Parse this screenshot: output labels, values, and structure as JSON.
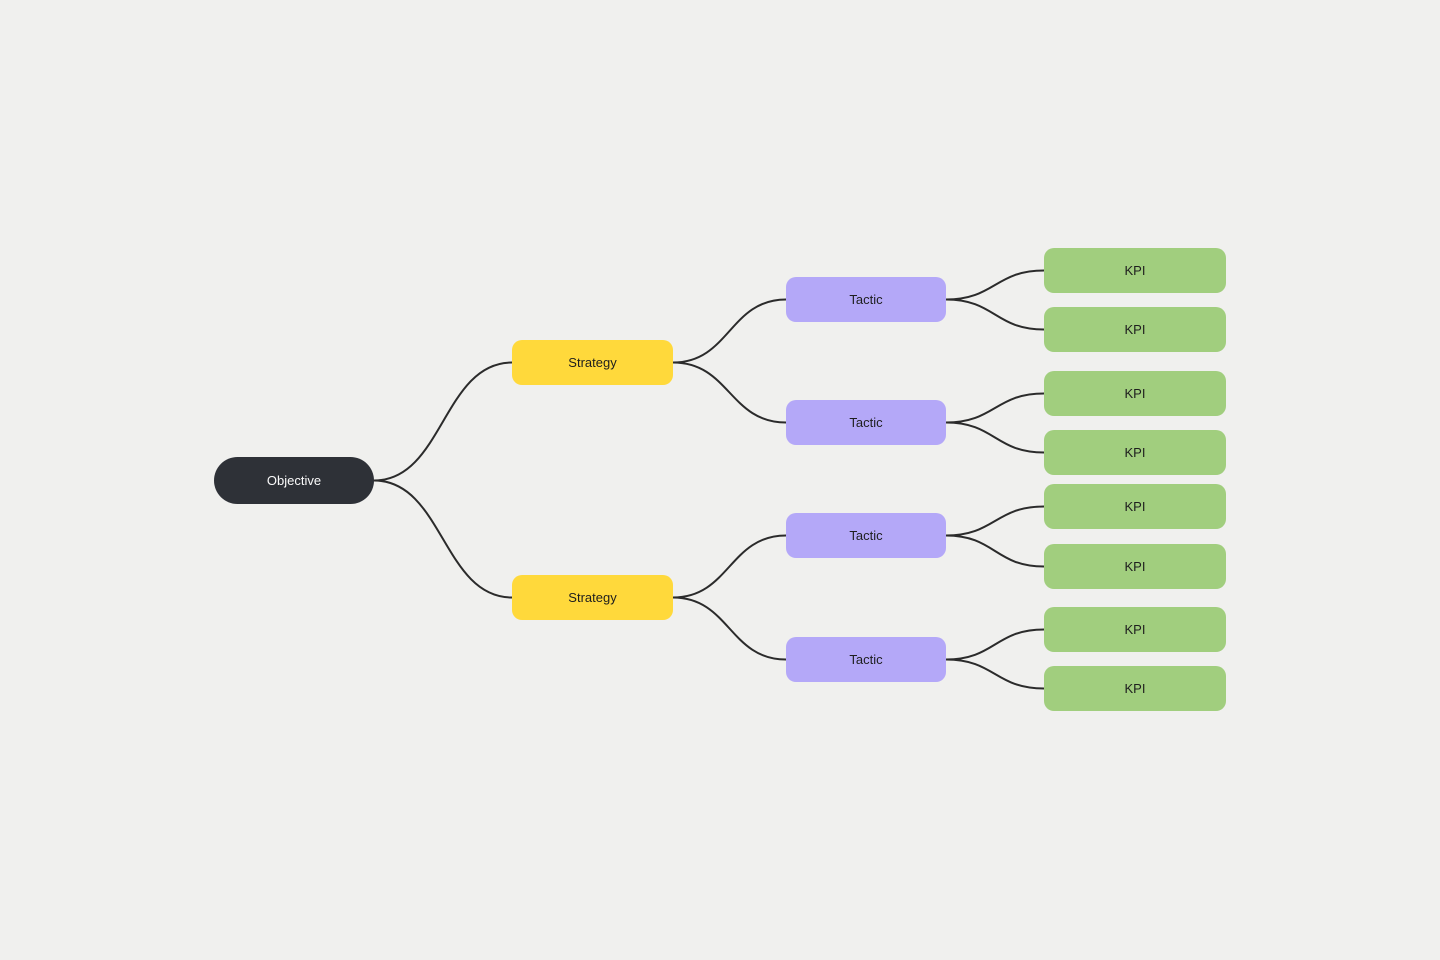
{
  "canvas": {
    "background_color": "#F0F0EE"
  },
  "mindmap": {
    "edge_color": "#2B2B2B",
    "objective": {
      "label": "Objective",
      "color": "#2E3137",
      "text_color": "#FAFAFA"
    },
    "strategy_color": "#FFD93B",
    "tactic_color": "#B4A8F8",
    "kpi_color": "#A1CE7E",
    "strategies": [
      {
        "label": "Strategy",
        "tactics": [
          {
            "label": "Tactic",
            "kpis": [
              {
                "label": "KPI"
              },
              {
                "label": "KPI"
              }
            ]
          },
          {
            "label": "Tactic",
            "kpis": [
              {
                "label": "KPI"
              },
              {
                "label": "KPI"
              }
            ]
          }
        ]
      },
      {
        "label": "Strategy",
        "tactics": [
          {
            "label": "Tactic",
            "kpis": [
              {
                "label": "KPI"
              },
              {
                "label": "KPI"
              }
            ]
          },
          {
            "label": "Tactic",
            "kpis": [
              {
                "label": "KPI"
              },
              {
                "label": "KPI"
              }
            ]
          }
        ]
      }
    ]
  }
}
